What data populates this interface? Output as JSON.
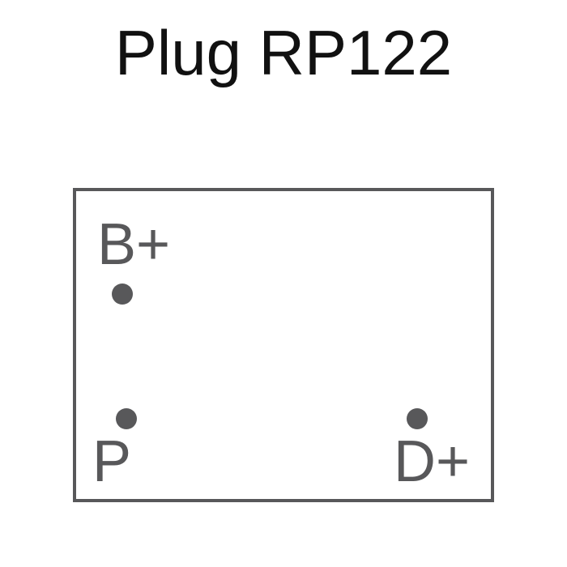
{
  "title": "Plug RP122",
  "colors": {
    "title_text": "#111111",
    "diagram_stroke": "#58585a",
    "background": "#ffffff"
  },
  "pins": {
    "b_plus": {
      "label": "B+"
    },
    "p": {
      "label": "P"
    },
    "d_plus": {
      "label": "D+"
    }
  }
}
